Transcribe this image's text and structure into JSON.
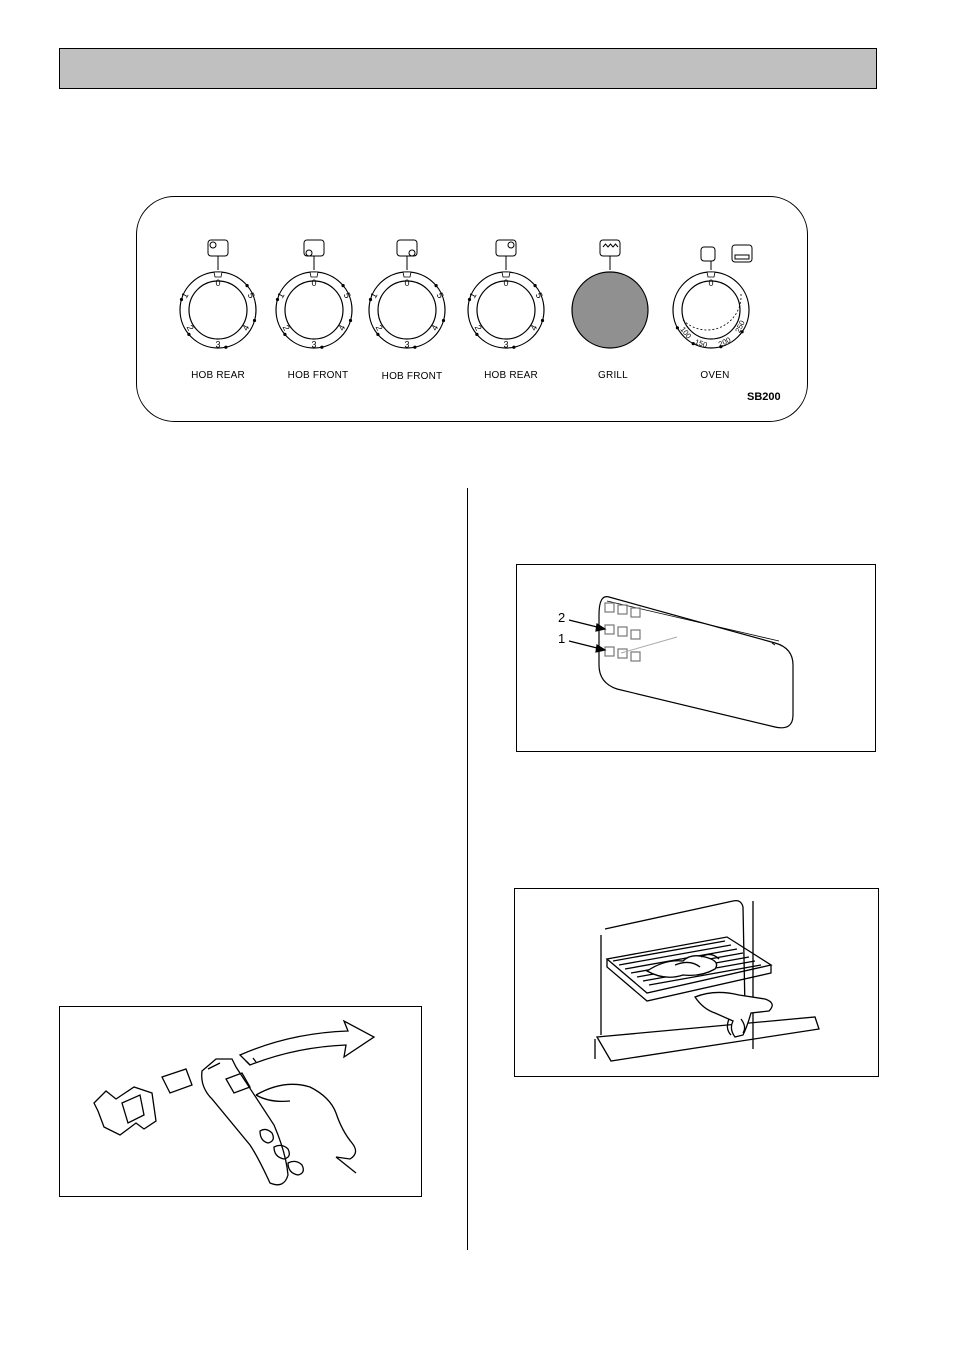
{
  "control_panel": {
    "knobs": [
      {
        "label": "HOB REAR",
        "type": "hob",
        "scale": [
          "0",
          "1",
          "2",
          "3",
          "4",
          "5"
        ],
        "icon": "rear-left-burner-icon"
      },
      {
        "label": "HOB FRONT",
        "type": "hob",
        "scale": [
          "0",
          "1",
          "2",
          "3",
          "4",
          "5"
        ],
        "icon": "front-left-burner-icon"
      },
      {
        "label": "HOB FRONT",
        "type": "hob",
        "scale": [
          "0",
          "1",
          "2",
          "3",
          "4",
          "5"
        ],
        "icon": "front-right-burner-icon"
      },
      {
        "label": "HOB REAR",
        "type": "hob",
        "scale": [
          "0",
          "1",
          "2",
          "3",
          "4",
          "5"
        ],
        "icon": "rear-right-burner-icon"
      },
      {
        "label": "GRILL",
        "type": "grill",
        "icon": "grill-icon"
      },
      {
        "label": "OVEN",
        "type": "oven",
        "scale": [
          "0",
          "100",
          "150",
          "200",
          "250"
        ],
        "icon": "oven-icon"
      }
    ],
    "model": "SB200"
  },
  "shelf_figure": {
    "labels": [
      "2",
      "1"
    ]
  },
  "colors": {
    "header_bar": "#c0c0c0",
    "grill_knob": "#909090"
  }
}
